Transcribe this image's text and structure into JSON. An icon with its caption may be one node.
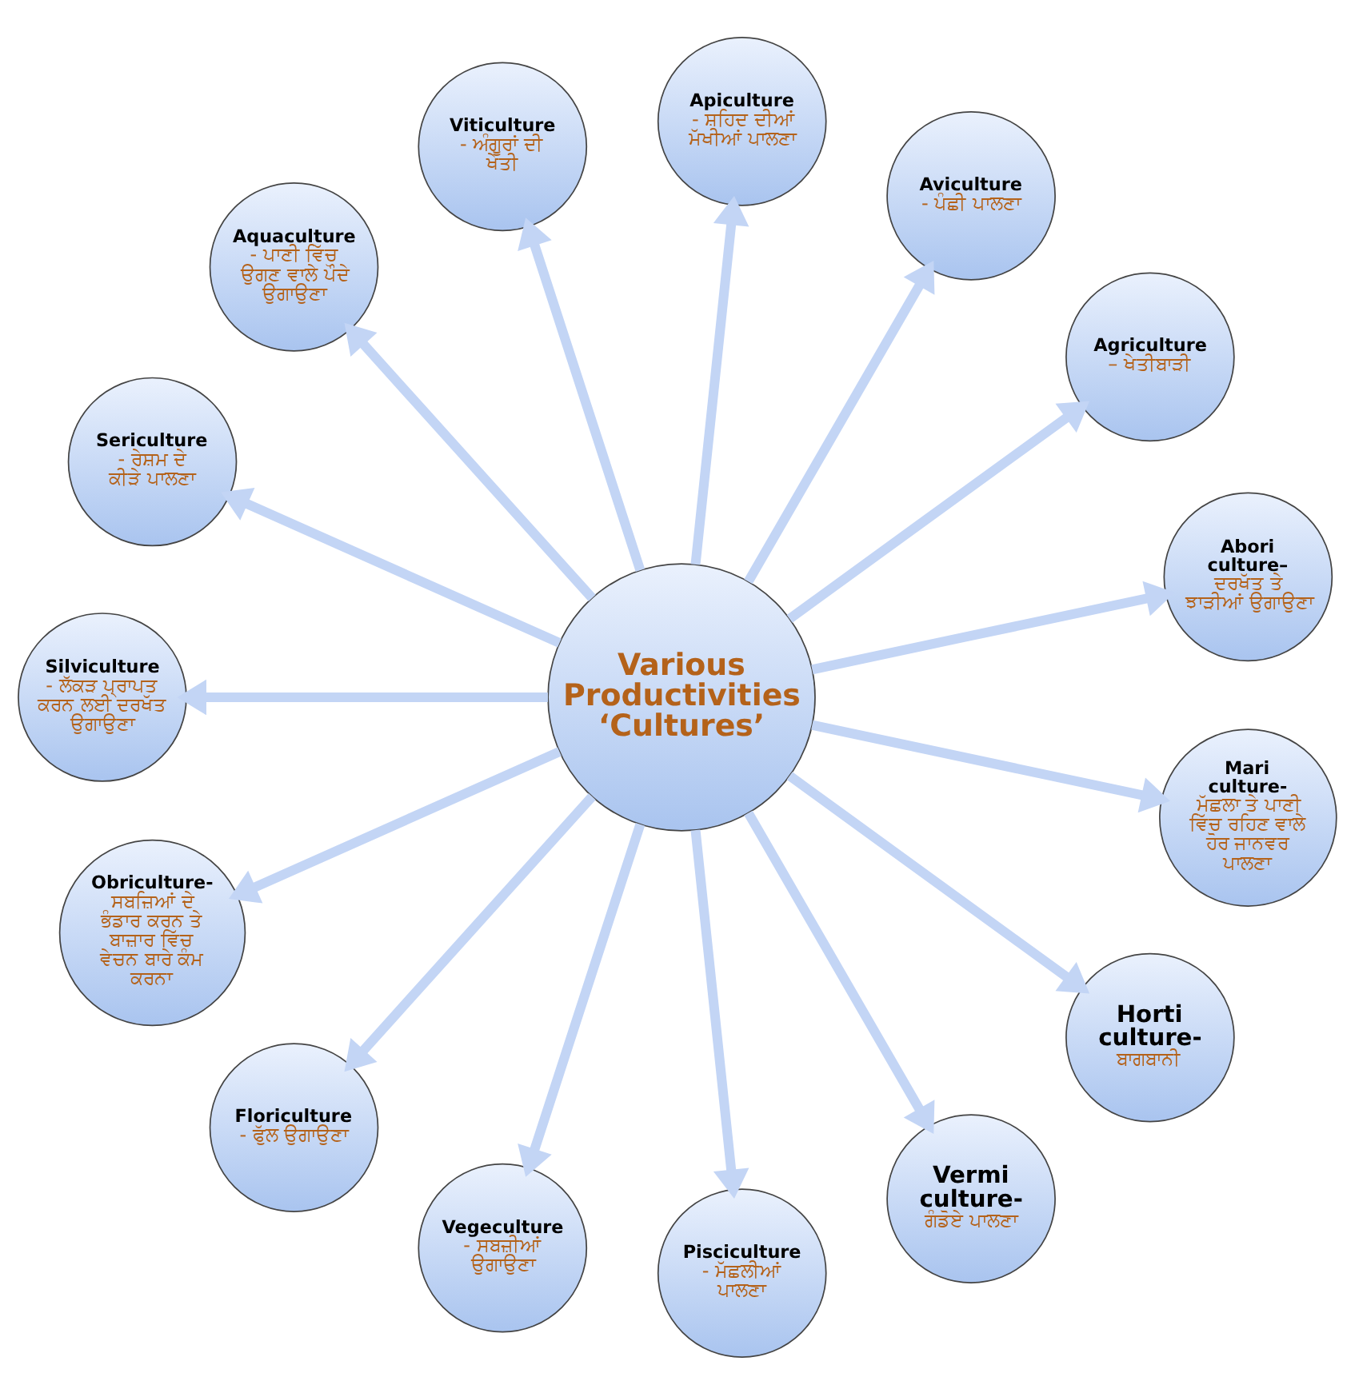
{
  "diagram": {
    "nodes": [
      {
        "text": [
          "Various Productivities ‘Cultures’"
        ]
      },
      {
        "text": [
          "Abori culture–",
          "ਦਰਖੱਤ ਤੇ ਝਾੜੀਆਂ ਉਗਾਉਣਾ"
        ]
      },
      {
        "text": [
          "Agriculture",
          "– ਖੇਤੀਬਾੜੀ"
        ]
      },
      {
        "text": [
          "Aviculture",
          "- ਪੰਛੀ ਪਾਲਣਾ"
        ]
      },
      {
        "text": [
          "Apiculture",
          "- ਸ਼ਹਿਦ ਦੀਆਂ ਮੱਖੀਆਂ ਪਾਲਣਾ"
        ]
      },
      {
        "text": [
          "Viticulture",
          "- ਅੰਗੂਰਾਂ ਦੀ ਖੇਤੀ"
        ]
      },
      {
        "text": [
          "Aquaculture",
          "- ਪਾਣੀ ਵਿੱਚ ਉਗਣ ਵਾਲੇ ਪੌਦੇ ਉਗਾਉਣਾ"
        ]
      },
      {
        "text": [
          "Sericulture",
          "- ਰੇਸ਼ਮ ਦੇ ਕੀੜੇ ਪਾਲਣਾ"
        ]
      },
      {
        "text": [
          "Silviculture",
          "- ਲੱਕੜ ਪ੍ਰਾਪਤ ਕਰਨ ਲਈ ਦਰਖੱਤ ਉਗਾਉਣਾ"
        ]
      },
      {
        "text": [
          "Obriculture-",
          "ਸਬਜ਼ਿਆਂ ਦੇ ਭੰਡਾਰ ਕਰਨ ਤੇ ਬਾਜ਼ਾਰ ਵਿੱਚ ਵੇਚਨ ਬਾਰੇ ਕੰਮ ਕਰਨਾ"
        ]
      },
      {
        "text": [
          "Floriculture",
          "- ਫੁੱਲ ਉਗਾਉਣਾ"
        ]
      },
      {
        "text": [
          "Vegeculture",
          "- ਸਬਜ਼ੀਆਂ ਉਗਾਉਣਾ"
        ]
      },
      {
        "text": [
          "Pisciculture",
          "- ਮੱਛਲੀਆਂ ਪਾਲਣਾ"
        ]
      },
      {
        "text": [
          "Vermi culture-",
          "ਗੰਡੋਏ ਪਾਲਣਾ"
        ]
      },
      {
        "text": [
          "Horti culture-",
          "ਬਾਗਬਾਨੀ"
        ]
      },
      {
        "text": [
          "Mari culture-",
          "ਮੱਛਲਾ ਤੇ ਪਾਣੀ ਵਿੱਚ ਰਹਿਣ ਵਾਲੇ ਹੋਰ ਜਾਨਵਰ ਪਾਲਣਾ"
        ]
      }
    ],
    "edges": [
      {
        "from": 0,
        "to": 1,
        "arrow": "to"
      },
      {
        "from": 0,
        "to": 2,
        "arrow": "to"
      },
      {
        "from": 0,
        "to": 3,
        "arrow": "to"
      },
      {
        "from": 0,
        "to": 4,
        "arrow": "to"
      },
      {
        "from": 0,
        "to": 5,
        "arrow": "to"
      },
      {
        "from": 0,
        "to": 6,
        "arrow": "to"
      },
      {
        "from": 0,
        "to": 7,
        "arrow": "to"
      },
      {
        "from": 0,
        "to": 8,
        "arrow": "to"
      },
      {
        "from": 0,
        "to": 9,
        "arrow": "to"
      },
      {
        "from": 0,
        "to": 10,
        "arrow": "to"
      },
      {
        "from": 0,
        "to": 11,
        "arrow": "to"
      },
      {
        "from": 0,
        "to": 12,
        "arrow": "to"
      },
      {
        "from": 0,
        "to": 13,
        "arrow": "to"
      },
      {
        "from": 0,
        "to": 14,
        "arrow": "to"
      },
      {
        "from": 0,
        "to": 15,
        "arrow": "to"
      }
    ]
  }
}
